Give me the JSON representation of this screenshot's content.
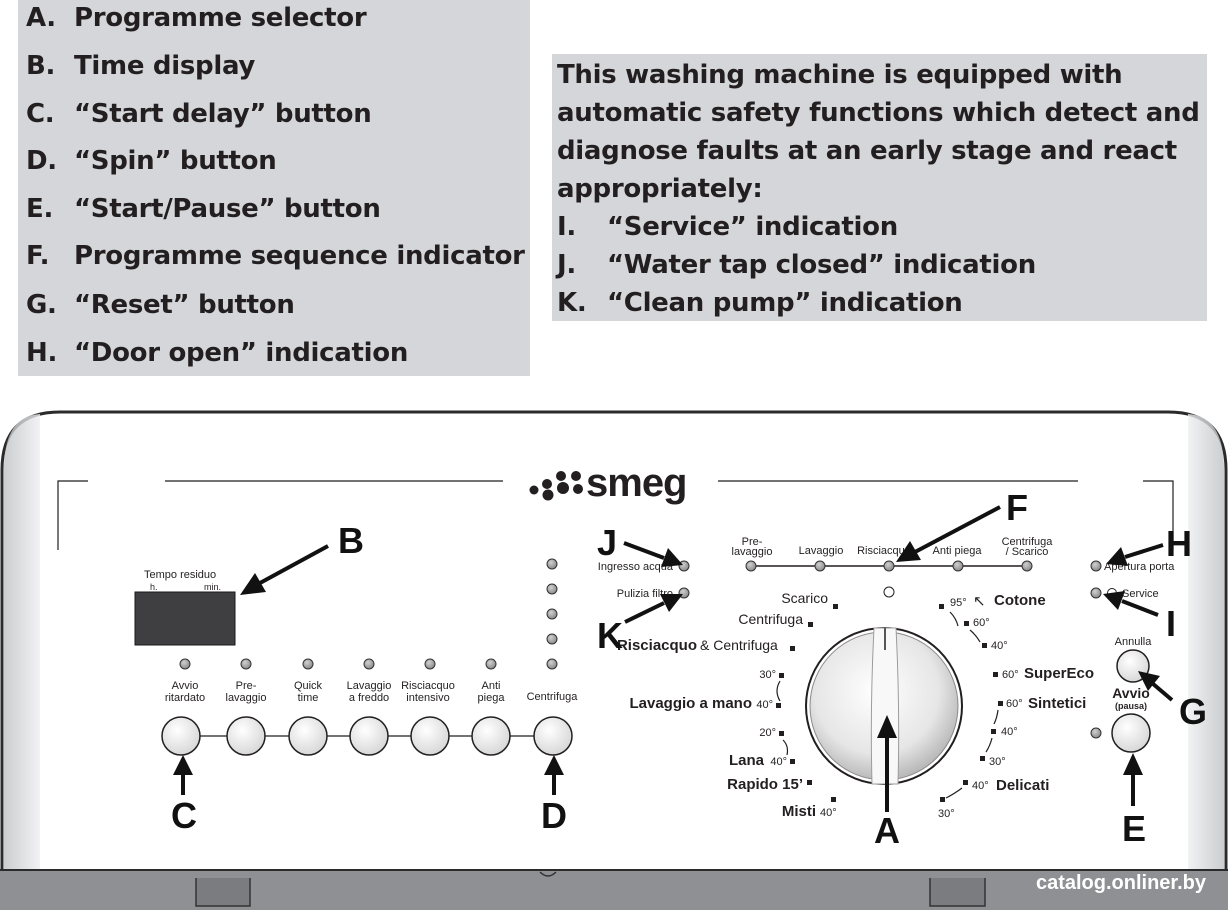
{
  "legend_left": [
    {
      "key": "A.",
      "text": "Programme selector"
    },
    {
      "key": "B.",
      "text": "Time display"
    },
    {
      "key": "C.",
      "text": "“Start delay” button"
    },
    {
      "key": "D.",
      "text": "“Spin” button"
    },
    {
      "key": "E.",
      "text": "“Start/Pause” button"
    },
    {
      "key": "F.",
      "text": "Programme sequence indicator"
    },
    {
      "key": "G.",
      "text": "“Reset” button"
    },
    {
      "key": "H.",
      "text": "“Door open” indication"
    }
  ],
  "legend_right": {
    "intro_lines": [
      "This washing machine is equipped with",
      "automatic safety functions which detect and",
      "diagnose faults at an early stage and react",
      "appropriately:"
    ],
    "items": [
      {
        "key": "I.",
        "text": "“Service” indication"
      },
      {
        "key": "J.",
        "text": "“Water tap closed” indication"
      },
      {
        "key": "K.",
        "text": "“Clean pump” indication"
      }
    ]
  },
  "panel": {
    "brand": "smeg",
    "time_display": {
      "label": "Tempo residuo",
      "h": "h.",
      "min": "min."
    },
    "option_buttons": [
      {
        "l1": "Avvio",
        "l2": "ritardato"
      },
      {
        "l1": "Pre-",
        "l2": "lavaggio"
      },
      {
        "l1": "Quick",
        "l2": "time"
      },
      {
        "l1": "Lavaggio",
        "l2": "a freddo"
      },
      {
        "l1": "Risciacquo",
        "l2": "intensivo"
      },
      {
        "l1": "Anti",
        "l2": "piega"
      },
      {
        "l1": "Centrifuga",
        "l2": ""
      }
    ],
    "sequence": [
      {
        "l1": "Pre-",
        "l2": "lavaggio"
      },
      {
        "l1": "Lavaggio",
        "l2": ""
      },
      {
        "l1": "Risciacquo",
        "l2": ""
      },
      {
        "l1": "Anti piega",
        "l2": ""
      },
      {
        "l1": "Centrifuga",
        "l2": "/ Scarico"
      }
    ],
    "indicators_left": [
      "Ingresso acqua",
      "Pulizia filtro"
    ],
    "indicators_right": [
      "Apertura porta",
      "Service"
    ],
    "reset_label": "Annulla",
    "start_label": "Avvio",
    "start_sub": "(pausa)",
    "programmes_left": {
      "scarico": "Scarico",
      "centrifuga": "Centrifuga",
      "risciacquo": "Risciacquo",
      "amp": "& Centrifuga",
      "t30a": "30°",
      "lavaggio_mano": "Lavaggio a mano",
      "t40a": "40°",
      "t20": "20°",
      "lana": "Lana",
      "t40b": "40°",
      "rapido": "Rapido 15’",
      "misti": "Misti",
      "t40c": "40°"
    },
    "programmes_right": {
      "t95": "95°",
      "cotone": "Cotone",
      "t60a": "60°",
      "t40a": "40°",
      "t60b": "60°",
      "supereco": "SuperEco",
      "t60c": "60°",
      "sintetici": "Sintetici",
      "t40b": "40°",
      "t30a": "30°",
      "t40c": "40°",
      "delicati": "Delicati",
      "t30b": "30°"
    }
  },
  "callouts": [
    "A",
    "B",
    "C",
    "D",
    "E",
    "F",
    "G",
    "H",
    "I",
    "J",
    "K"
  ],
  "watermark": "catalog.onliner.by",
  "colors": {
    "legend_bg": "#d4d6d9",
    "display": "#3f3f41",
    "panel_bottom": "#8e9093",
    "text": "#231f20"
  }
}
